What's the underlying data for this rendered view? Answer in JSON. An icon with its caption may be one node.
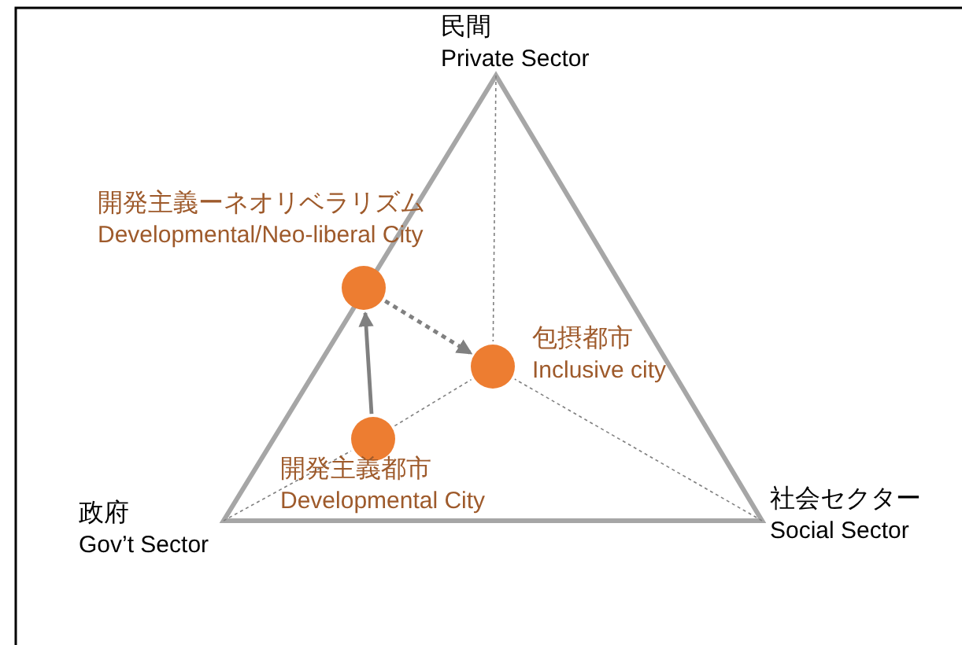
{
  "diagram": {
    "nodes": [
      {
        "text": [
          "民間",
          "Private Sector"
        ]
      },
      {
        "text": [],
        "shape": "circle",
        "beside": [
          "開発主義ーネオリベラリズム",
          "Developmental/Neo-liberal City"
        ]
      },
      {
        "text": [],
        "shape": "circle",
        "beside": [
          "包摂都市",
          "Inclusive city"
        ]
      },
      {
        "text": [],
        "shape": "circle",
        "beside": [
          "開発主義都市",
          "Developmental City"
        ]
      },
      {
        "text": [
          "政府",
          "Gov’t Sector"
        ]
      },
      {
        "text": [
          "社会セクター",
          "Social Sector"
        ]
      }
    ],
    "edges": [
      {
        "from": 3,
        "to": 1,
        "arrow": "to",
        "style": "thick"
      },
      {
        "from": 1,
        "to": 2,
        "arrow": "to",
        "style": "dashed"
      },
      {
        "from": 0,
        "to": 2,
        "arrow": "none",
        "style": "dashed"
      },
      {
        "from": 4,
        "to": 3,
        "arrow": "none",
        "style": "dashed"
      },
      {
        "from": 3,
        "to": 2,
        "arrow": "none",
        "style": "dashed"
      },
      {
        "from": 5,
        "to": 2,
        "arrow": "none",
        "style": "dashed"
      }
    ]
  }
}
